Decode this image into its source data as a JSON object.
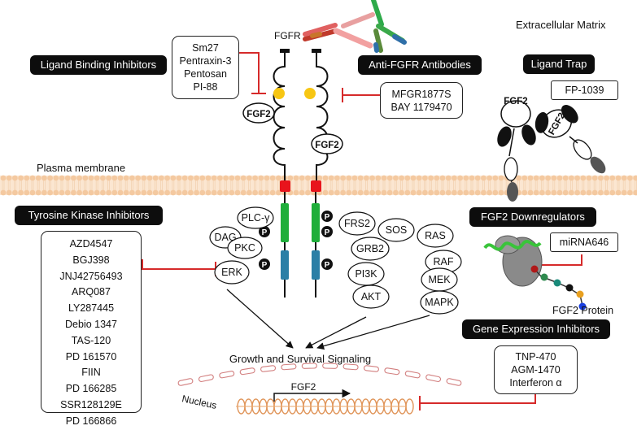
{
  "extracellular_matrix": "Extracellular Matrix",
  "plasma_membrane": "Plasma membrane",
  "fgfr": "FGFR",
  "fgf2": "FGF2",
  "nucleus": "Nucleus",
  "growth_signaling": "Growth and Survival Signaling",
  "ligand_binding_inhibitors": {
    "title": "Ligand Binding Inhibitors",
    "drugs": [
      "Sm27",
      "Pentraxin-3",
      "Pentosan",
      "PI-88"
    ]
  },
  "anti_fgfr_antibodies": {
    "title": "Anti-FGFR Antibodies",
    "drugs": [
      "MFGR1877S",
      "BAY 1179470"
    ]
  },
  "ligand_trap": {
    "title": "Ligand Trap",
    "drugs": [
      "FP-1039"
    ]
  },
  "tyrosine_kinase_inhibitors": {
    "title": "Tyrosine Kinase Inhibitors",
    "drugs": [
      "AZD4547",
      "BGJ398",
      "JNJ42756493",
      "ARQ087",
      "LY287445",
      "Debio 1347",
      "TAS-120",
      "PD 161570",
      "FIIN",
      "PD 166285",
      "SSR128129E",
      "PD 166866"
    ]
  },
  "fgf2_downregulators": {
    "title": "FGF2 Downregulators",
    "drugs": [
      "miRNA646"
    ],
    "protein_label": "FGF2 Protein"
  },
  "gene_expression_inhibitors": {
    "title": "Gene Expression Inhibitors",
    "drugs": [
      "TNP-470",
      "AGM-1470",
      "Interferon α"
    ]
  },
  "phospho": "P",
  "left_pathway": [
    "PLC-γ",
    "DAG",
    "PKC",
    "ERK"
  ],
  "middle_pathway": [
    "FRS2",
    "SOS",
    "GRB2",
    "PI3K",
    "AKT"
  ],
  "right_pathway": [
    "RAS",
    "RAF",
    "MEK",
    "MAPK"
  ],
  "colors": {
    "inhibitor_line": "#d62a2a",
    "membrane": "#f4c9a0",
    "kinase_red": "#e8141c",
    "kinase_green": "#1fae3a",
    "kinase_teal": "#2b7fa6",
    "glyco": "#f7c613"
  }
}
